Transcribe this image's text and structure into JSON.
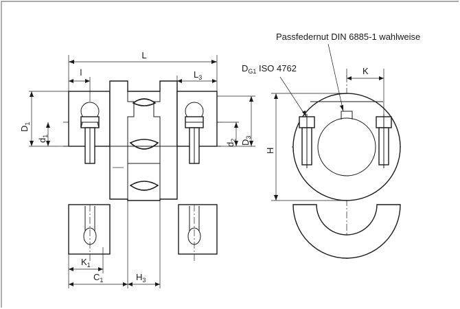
{
  "labels": {
    "L": "L",
    "l": "l",
    "L3": {
      "main": "L",
      "sub": "3"
    },
    "K": "K",
    "H": "H",
    "D1": {
      "main": "D",
      "sub": "1"
    },
    "d1": {
      "main": "d",
      "sub": "1"
    },
    "d2": {
      "main": "d",
      "sub": "2"
    },
    "D3": {
      "main": "D",
      "sub": "3"
    },
    "K1": {
      "main": "K",
      "sub": "1"
    },
    "C1": {
      "main": "C",
      "sub": "1"
    },
    "H3": {
      "main": "H",
      "sub": "3"
    },
    "DG1": {
      "main": "D",
      "sub": "G1",
      "rest": " ISO 4762"
    },
    "keyway": "Passfedernut DIN 6885-1 wahlweise"
  }
}
